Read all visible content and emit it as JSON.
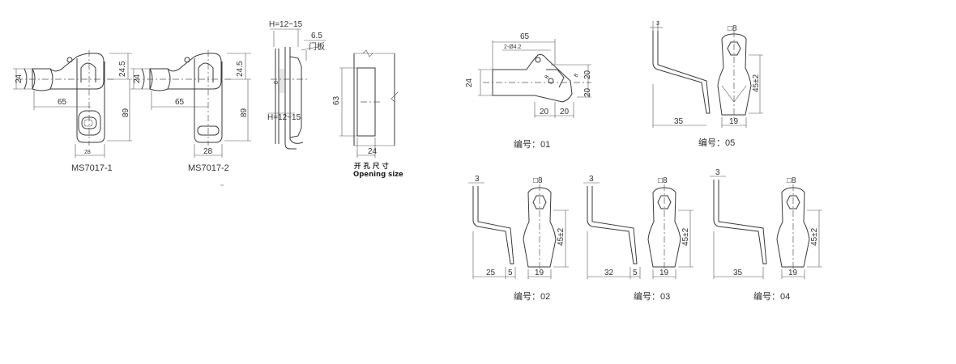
{
  "labels": {
    "ms7017_1": "MS7017-1",
    "ms7017_2": "MS7017-2",
    "opening_cn": "开 孔 尺 寸",
    "opening_en": "Opening size",
    "code_01": "编号：01",
    "code_02": "编号：02",
    "code_03": "编号：03",
    "code_04": "编号：04",
    "code_05": "编号：05",
    "door_panel": "门板"
  },
  "dims": {
    "d24": "24",
    "d24_5": "24.5",
    "d65": "65",
    "d89": "89",
    "d28": "28",
    "h_range": "H=12~15",
    "d6_5": "6.5",
    "d63": "63",
    "d2x42": "2-Ø4.2",
    "d8": "8",
    "d20": "20",
    "d35": "35",
    "d3": "3",
    "sq8": "□8",
    "d45": "45±2",
    "d19": "19",
    "d25": "25",
    "d5": "5",
    "d32": "32"
  }
}
